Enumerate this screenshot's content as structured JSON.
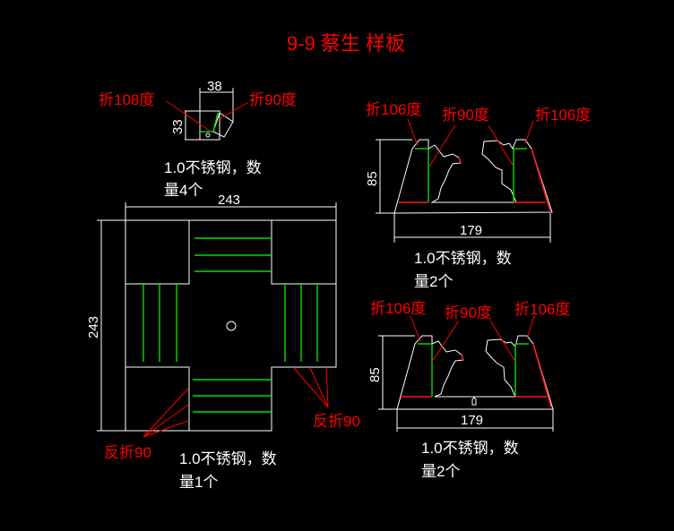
{
  "title": "9-9 蔡生 样板",
  "colors": {
    "background": "#000000",
    "outline": "#ffffff",
    "bend_line": "#00e000",
    "annotation": "#ff0000"
  },
  "parts": {
    "small_bracket": {
      "dim_width": "38",
      "dim_height": "33",
      "label_left": "折108度",
      "label_right": "折90度",
      "note_line1": "1.0不锈钢，数",
      "note_line2": "量4个"
    },
    "cross_plate": {
      "dim_width": "243",
      "dim_height": "243",
      "label_left": "反折90",
      "label_right": "反折90",
      "note_line1": "1.0不锈钢，数",
      "note_line2": "量1个"
    },
    "trapezoid_top": {
      "dim_width": "179",
      "dim_height": "85",
      "label_left": "折106度",
      "label_mid": "折90度",
      "label_right": "折106度",
      "note_line1": "1.0不锈钢，数",
      "note_line2": "量2个"
    },
    "trapezoid_bottom": {
      "dim_width": "179",
      "dim_height": "85",
      "label_left": "折106度",
      "label_mid": "折90度",
      "label_right": "折106度",
      "note_line1": "1.0不锈钢，数",
      "note_line2": "量2个"
    }
  }
}
